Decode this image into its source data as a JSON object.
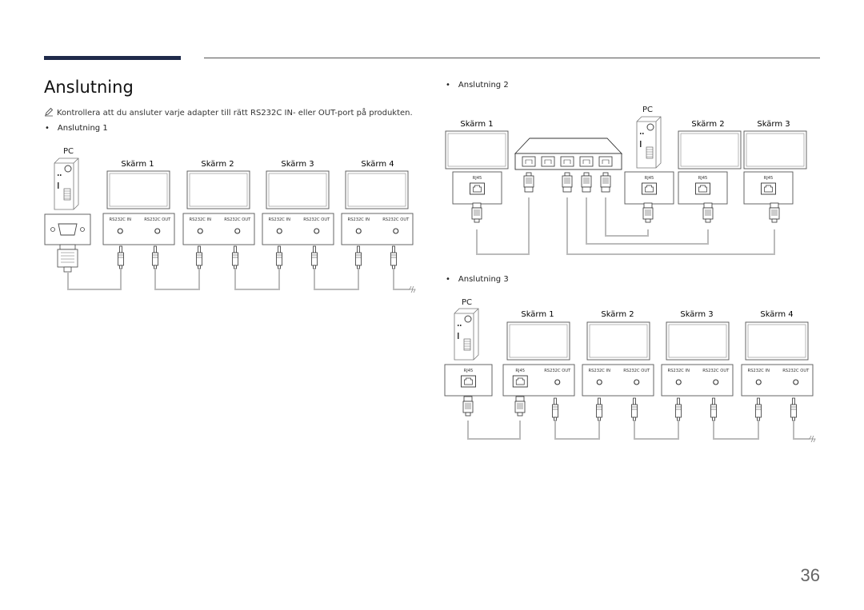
{
  "page": {
    "title": "Anslutning",
    "note": "Kontrollera att du ansluter varje adapter till rätt RS232C IN- eller OUT-port på produkten.",
    "page_number": "36"
  },
  "labels": {
    "pc": "PC",
    "rs232c_in": "RS232C IN",
    "rs232c_out": "RS232C OUT",
    "rj45": "RJ45"
  },
  "icons": {
    "note": "pencil-note-icon",
    "pc": "pc-tower-icon",
    "screen": "display-screen-icon",
    "hub": "network-hub-icon",
    "serial_port": "db9-serial-port-icon",
    "rj45_port": "rj45-port-icon",
    "cable_end": "cable-break-icon"
  },
  "connection1": {
    "label": "Anslutning 1",
    "screens": [
      "Skärm 1",
      "Skärm 2",
      "Skärm 3",
      "Skärm 4"
    ]
  },
  "connection2": {
    "label": "Anslutning 2",
    "screens": [
      "Skärm 1",
      "Skärm 2",
      "Skärm 3"
    ]
  },
  "connection3": {
    "label": "Anslutning 3",
    "screens": [
      "Skärm 1",
      "Skärm 2",
      "Skärm 3",
      "Skärm 4"
    ]
  }
}
